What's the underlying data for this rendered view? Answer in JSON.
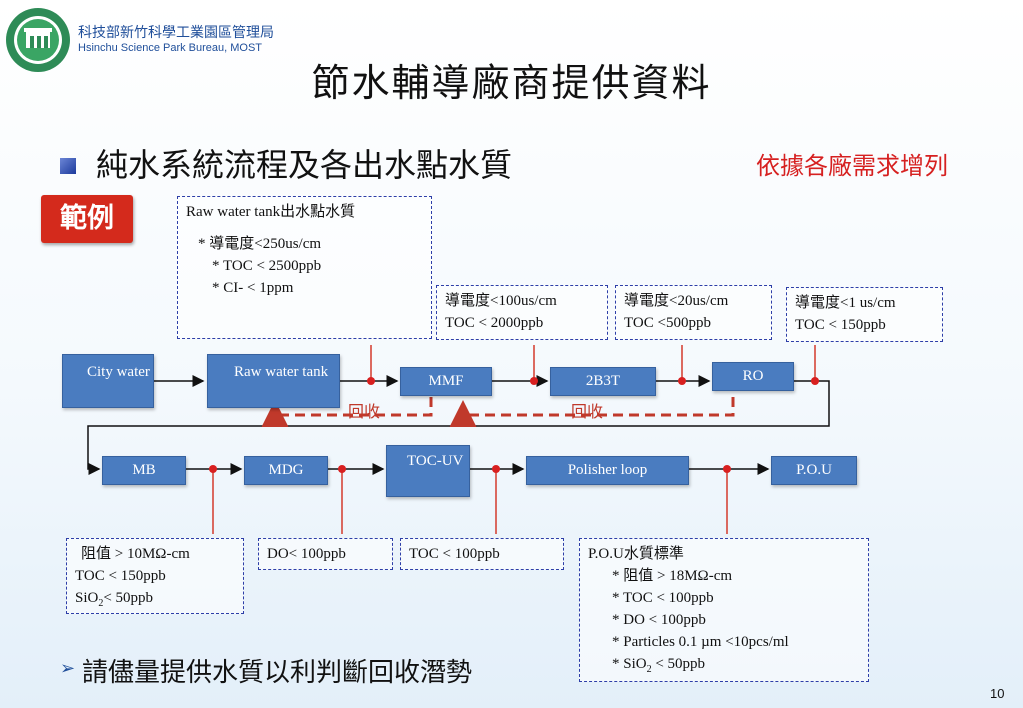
{
  "header": {
    "org_zh": "科技部新竹科學工業園區管理局",
    "org_en": "Hsinchu Science Park Bureau, MOST"
  },
  "title": "節水輔導廠商提供資料",
  "subtitle": "純水系統流程及各出水點水質",
  "note": "依據各廠需求增列",
  "example_label": "範例",
  "specs": {
    "raw_tank": {
      "heading": "Raw water tank出水點水質",
      "lines": [
        "* 導電度<250us/cm",
        "* TOC < 2500ppb",
        "* CI- < 1ppm"
      ]
    },
    "mmf": [
      "導電度<100us/cm",
      "TOC < 2000ppb"
    ],
    "b3t": [
      "導電度<20us/cm",
      "TOC <500ppb"
    ],
    "ro": [
      "導電度<1 us/cm",
      "TOC < 150ppb"
    ],
    "mb": {
      "line1": "阻值 > 10MΩ-cm",
      "line2": "TOC < 150ppb",
      "line3_pre": "SiO",
      "line3_sub": "2",
      "line3_post": "< 50ppb"
    },
    "mdg": "DO< 100ppb",
    "tocuv": "TOC < 100ppb",
    "pou": {
      "heading": "P.O.U水質標準",
      "lines": [
        "* 阻值 > 18MΩ-cm",
        "* TOC < 100ppb",
        "* DO < 100ppb",
        "* Particles  0.1 µm <10pcs/ml"
      ],
      "last_pre": "* SiO",
      "last_sub": "2",
      "last_post": " < 50ppb"
    }
  },
  "process": {
    "city": "City water",
    "raw": "Raw water tank",
    "mmf": "MMF",
    "b3t": "2B3T",
    "ro": "RO",
    "mb": "MB",
    "mdg": "MDG",
    "tocuv": "TOC-UV",
    "polisher": "Polisher loop",
    "pou": "P.O.U"
  },
  "recycle_labels": [
    "回收",
    "回收"
  ],
  "footer": "請儘量提供水質以利判斷回收潛勢",
  "page_number": "10",
  "colors": {
    "process_box": "#4a7cc0",
    "accent_red": "#d62020",
    "dashed_border": "#2d3ea8",
    "recycle_arrow": "#c0392b"
  }
}
